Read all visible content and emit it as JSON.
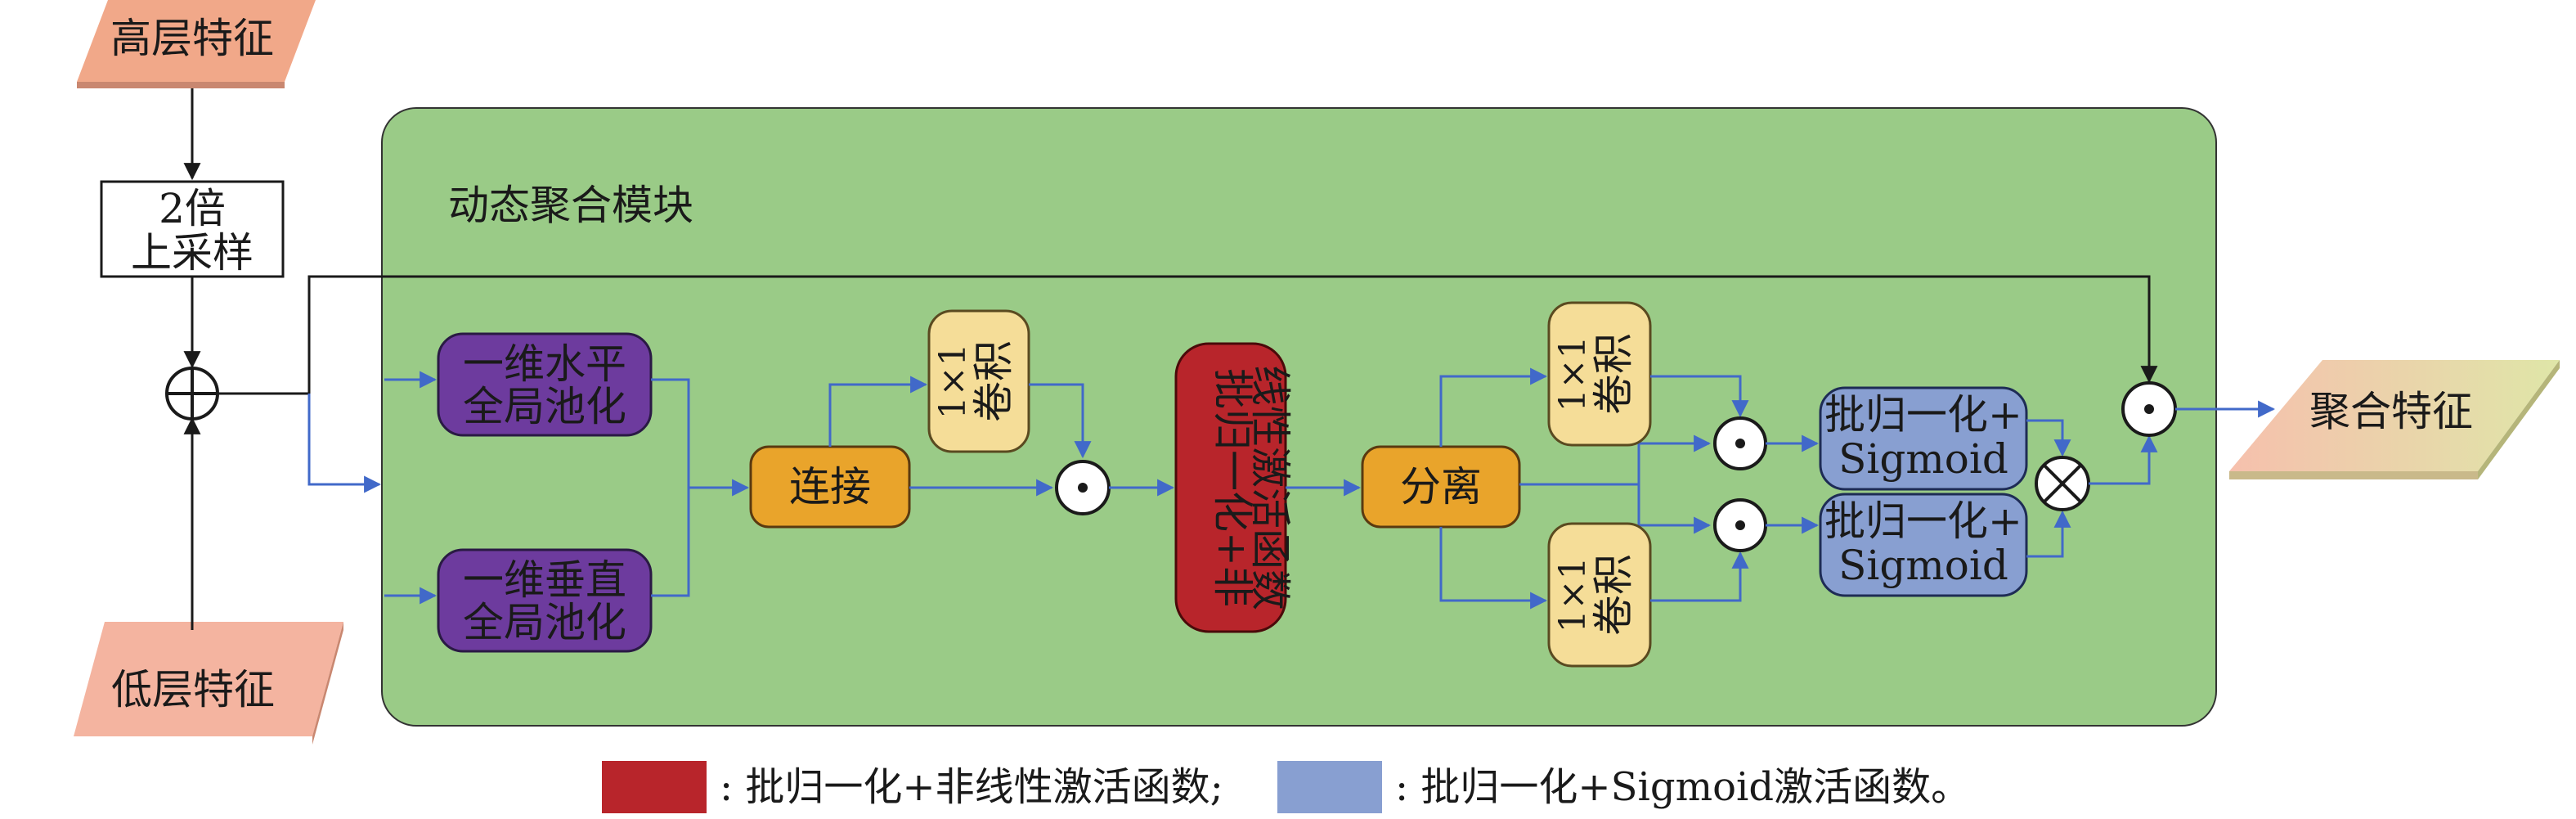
{
  "inputs": {
    "high_level": "高层特征",
    "low_level": "低层特征"
  },
  "upsample": {
    "line1": "2倍",
    "line2": "上采样"
  },
  "module": {
    "title": "动态聚合模块"
  },
  "nodes": {
    "h_pool": {
      "line1": "一维水平",
      "line2": "全局池化"
    },
    "v_pool": {
      "line1": "一维垂直",
      "line2": "全局池化"
    },
    "concat": "连接",
    "conv_top": {
      "line1": "1×1",
      "line2": "卷积"
    },
    "bn_nonlinear": {
      "line1": "批归一化+非",
      "line2": "线性激活函数"
    },
    "split": "分离",
    "conv_upper": {
      "line1": "1×1",
      "line2": "卷积"
    },
    "conv_lower": {
      "line1": "1×1",
      "line2": "卷积"
    },
    "bn_sig_top": {
      "line1": "批归一化+",
      "line2": "Sigmoid"
    },
    "bn_sig_bottom": {
      "line1": "批归一化+",
      "line2": "Sigmoid"
    }
  },
  "output": "聚合特征",
  "legend": {
    "red_text": ": 批归一化+非线性激活函数;",
    "blue_text": ": 批归一化+Sigmoid激活函数。"
  },
  "colors": {
    "module_bg": "#9acb87",
    "purple": "#6d3b9e",
    "orange": "#e9a42b",
    "yellow": "#f5dd98",
    "red": "#b8252b",
    "blue": "#889fd1",
    "arrow_blue": "#4169c9",
    "input_pink": "#f1a889",
    "output_pink": "#f6c6b0"
  }
}
